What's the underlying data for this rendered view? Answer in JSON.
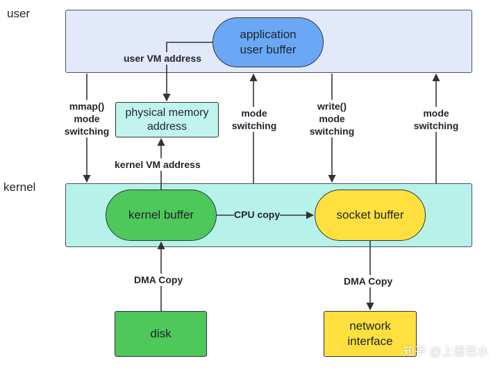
{
  "zones": {
    "user": "user",
    "kernel": "kernel"
  },
  "nodes": {
    "app_buffer_line1": "application",
    "app_buffer_line2": "user buffer",
    "phys_mem_line1": "physical memory",
    "phys_mem_line2": "address",
    "kernel_buffer": "kernel buffer",
    "socket_buffer": "socket buffer",
    "disk": "disk",
    "netif_line1": "network",
    "netif_line2": "interface"
  },
  "edges": {
    "user_vm": "user VM address",
    "kernel_vm": "kernel VM address",
    "mmap_1": "mmap()",
    "mmap_2": "mode",
    "mmap_3": "switching",
    "mode_a_1": "mode",
    "mode_a_2": "switching",
    "write_1": "write()",
    "write_2": "mode",
    "write_3": "switching",
    "mode_b_1": "mode",
    "mode_b_2": "switching",
    "cpu_copy": "CPU copy",
    "dma_in": "DMA Copy",
    "dma_out": "DMA Copy"
  },
  "watermark": "知乎 @上善若水",
  "colors": {
    "user_zone": "#e2e9fb",
    "kernel_zone": "#b6f2ea",
    "blue_node": "#6aa8f6",
    "green_node": "#4ec85a",
    "yellow_node": "#ffe03e",
    "line": "#333333"
  }
}
